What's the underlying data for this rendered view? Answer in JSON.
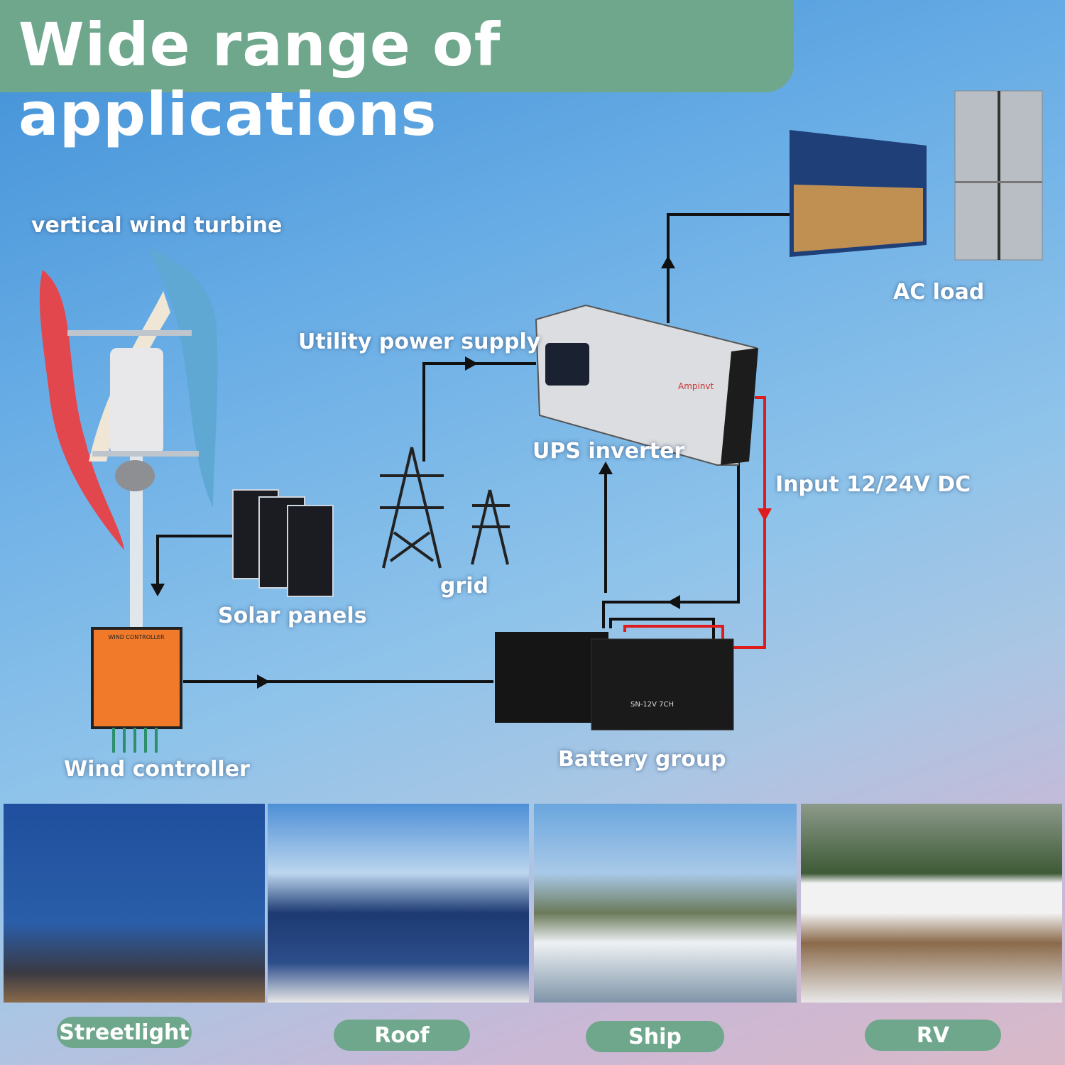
{
  "title": "Wide range of applications",
  "labels": {
    "wind_turbine": "vertical wind turbine",
    "utility": "Utility power supply",
    "ac_load": "AC load",
    "ups": "UPS inverter",
    "input": "Input 12/24V DC",
    "grid": "grid",
    "solar": "Solar panels",
    "wind_controller": "Wind controller",
    "battery": "Battery group"
  },
  "product_text": {
    "controller": "WIND CONTROLLER",
    "inverter_brand": "Ampinvt",
    "battery_model": "SN-12V 7CH"
  },
  "applications": [
    {
      "label": "Streetlight"
    },
    {
      "label": "Roof"
    },
    {
      "label": "Ship"
    },
    {
      "label": "RV"
    }
  ],
  "colors": {
    "accent": "#6fa78c",
    "dc_wire": "#e01b1b",
    "wire": "#111111"
  }
}
